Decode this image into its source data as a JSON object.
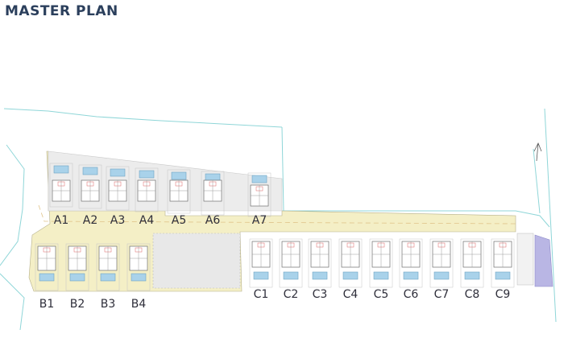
{
  "title": "MASTER PLAN",
  "colors": {
    "road": "#f4efc6",
    "pool": "#a9d2ea",
    "garden": "#e7e7e7",
    "parking": "#b9b6e4",
    "boundary": "#8fd6d8",
    "label": "#2e2e3a",
    "title": "#2b3f5c"
  },
  "plots": {
    "row_a": [
      "A1",
      "A2",
      "A3",
      "A4",
      "A5",
      "A6",
      "A7"
    ],
    "row_b": [
      "B1",
      "B2",
      "B3",
      "B4"
    ],
    "row_c": [
      "C1",
      "C2",
      "C3",
      "C4",
      "C5",
      "C6",
      "C7",
      "C8",
      "C9"
    ]
  }
}
